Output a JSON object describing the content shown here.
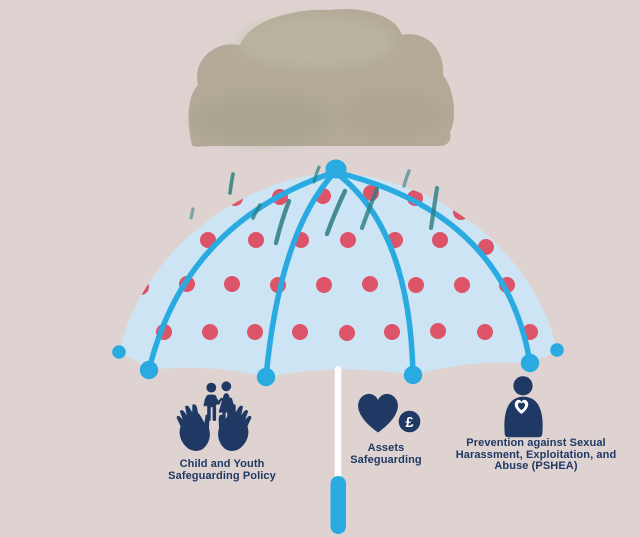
{
  "palette": {
    "background": "#ded3d1",
    "cloud": "#b2aa97",
    "cloud_shadow": "#a19a84",
    "cloud_highlight": "#c6beaa",
    "canopy": "#cde4f5",
    "rib_blue": "#29abe2",
    "polka_dot": "#dd5469",
    "rain_teal": "#2a7d80",
    "navy": "#1f3864",
    "shaft_white": "#ffffff"
  },
  "icons": {
    "child_youth": {
      "name": "children-in-hands-icon"
    },
    "assets": {
      "name": "heart-coin-icon",
      "coin_symbol": "£"
    },
    "pshea": {
      "name": "person-heart-badge-icon"
    }
  },
  "labels": {
    "child_youth": "Child and Youth\nSafeguarding Policy",
    "assets": "Assets\nSafeguarding",
    "pshea": "Prevention against Sexual\nHarassment, Exploitation, and\nAbuse (PSHEA)"
  }
}
